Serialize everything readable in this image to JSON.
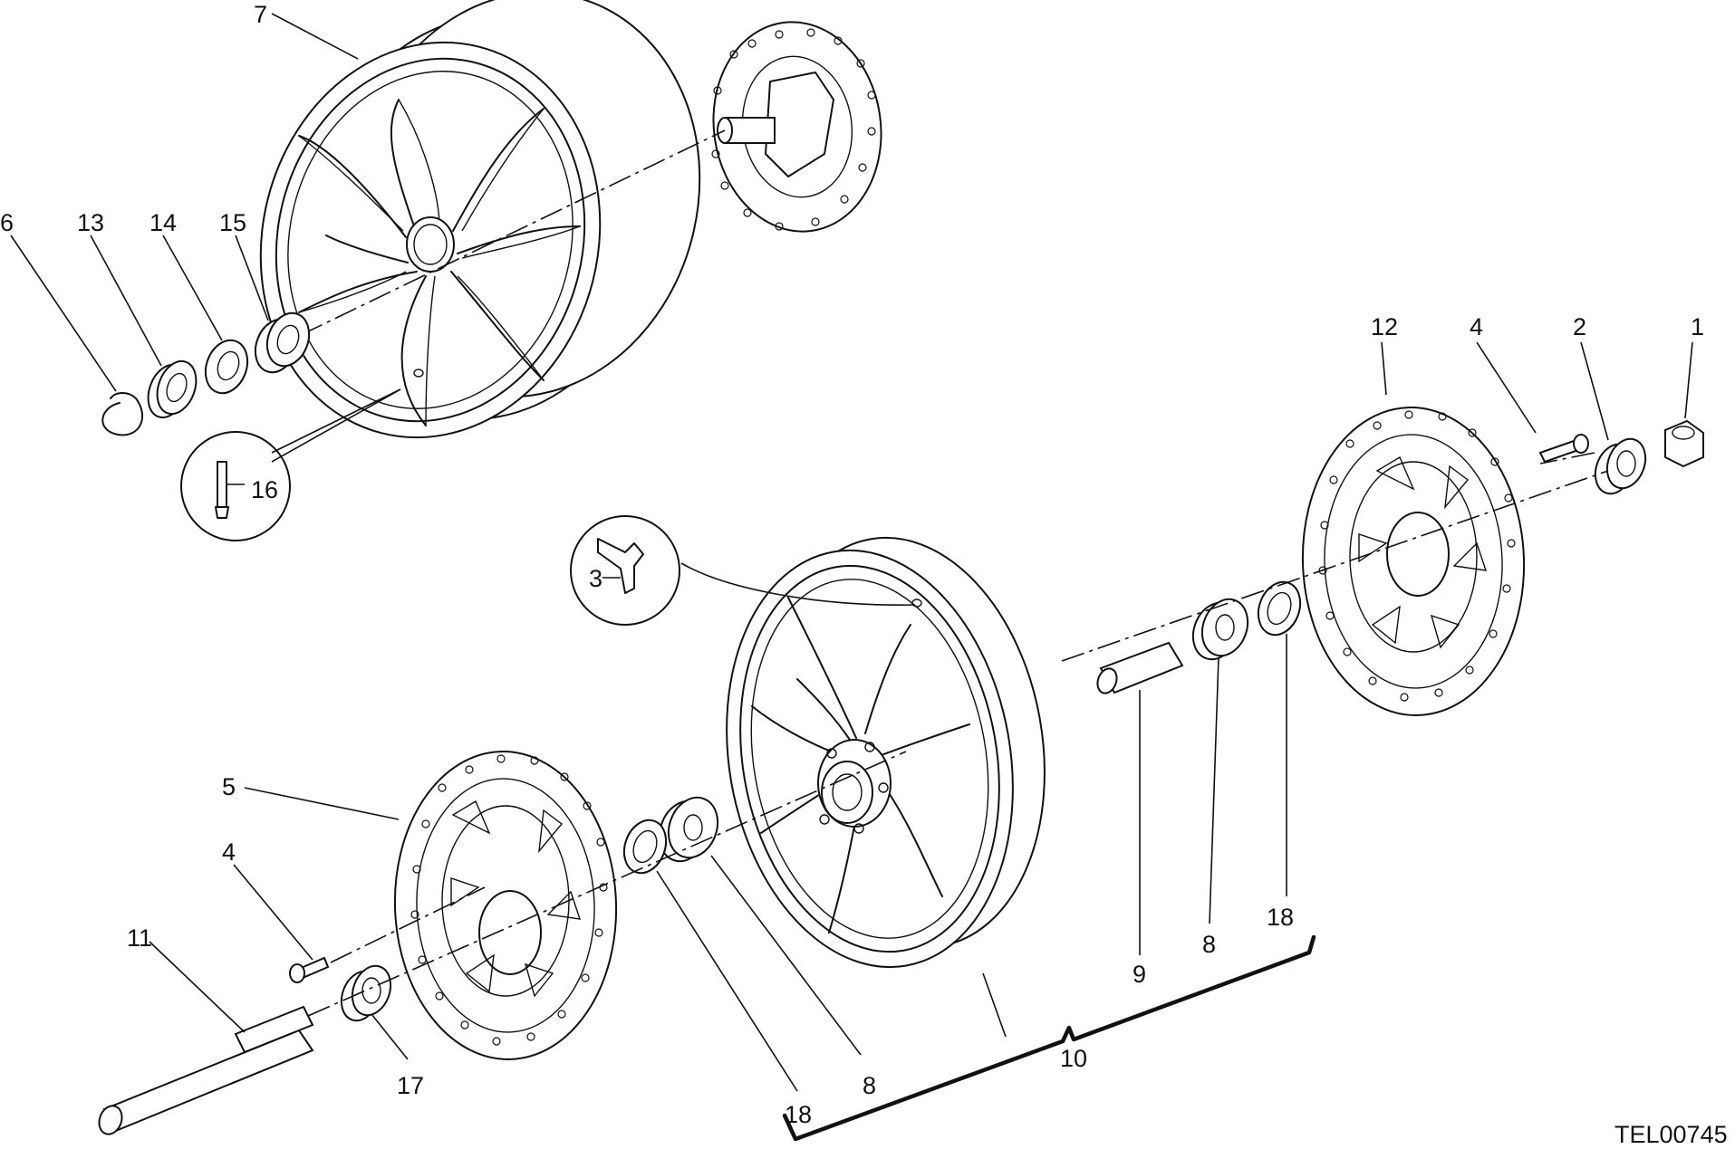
{
  "drawing_code": "TEL00745",
  "callouts": {
    "c1": "1",
    "c2": "2",
    "c3": "3",
    "c4a": "4",
    "c4b": "4",
    "c5": "5",
    "c6": "6",
    "c7": "7",
    "c8a": "8",
    "c8b": "8",
    "c9": "9",
    "c10": "10",
    "c11": "11",
    "c12": "12",
    "c13": "13",
    "c14": "14",
    "c15": "15",
    "c16": "16",
    "c17": "17",
    "c18a": "18",
    "c18b": "18"
  }
}
